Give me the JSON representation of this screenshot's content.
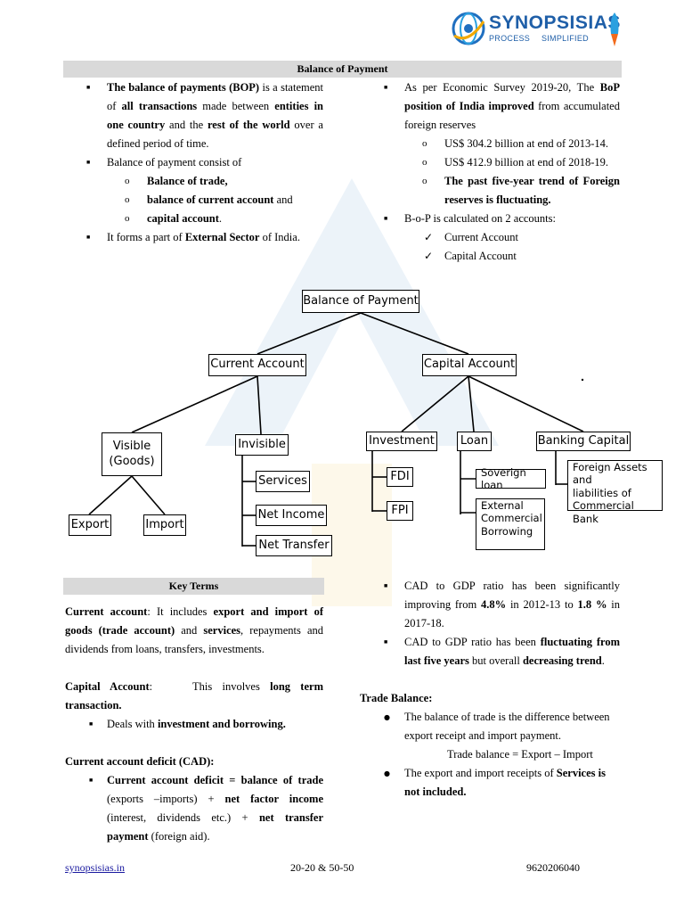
{
  "logo": {
    "title": "SYNOPSISIAS",
    "tagline_left": "PROCESS",
    "tagline_right": "SIMPLIFIED"
  },
  "section_bop": {
    "banner": "Balance of Payment",
    "left": {
      "bullet1_a": "The balance of payments (BOP)",
      "bullet1_b": " is a statement of ",
      "bullet1_c": "all transactions",
      "bullet1_d": " made between ",
      "bullet1_e": "entities in one country",
      "bullet1_f": " and the ",
      "bullet1_g": "rest of the world",
      "bullet1_h": " over a defined period of time.",
      "bullet2": "Balance of payment consist of",
      "sub1": "Balance of trade,",
      "sub2_a": "balance of current account",
      "sub2_b": " and",
      "sub3_a": "capital account",
      "sub3_b": ".",
      "bullet3_a": "It forms a part of ",
      "bullet3_b": "External Sector",
      "bullet3_c": " of India."
    },
    "right": {
      "bullet1_a": "As per Economic Survey 2019-20, The ",
      "bullet1_b": "BoP position of India improved",
      "bullet1_c": " from accumulated foreign reserves",
      "sub1": "US$ 304.2 billion at end of 2013-14.",
      "sub2": "US$ 412.9 billion at end of 2018-19.",
      "sub3": "The past five-year trend of Foreign reserves is fluctuating.",
      "bullet2": "B-o-P is calculated on 2 accounts:",
      "check1": "Current Account",
      "check2": "Capital Account"
    }
  },
  "diagram": {
    "root": "Balance of Payment",
    "current": "Current Account",
    "capital": "Capital Account",
    "visible_line1": "Visible",
    "visible_line2": "(Goods)",
    "invisible": "Invisible",
    "export": "Export",
    "import": "Import",
    "services": "Services",
    "net_income": "Net Income",
    "net_transfer": "Net Transfer",
    "investment": "Investment",
    "loan": "Loan",
    "banking": "Banking Capital",
    "fdi": "FDI",
    "fpi": "FPI",
    "soverign": "Soverign loan",
    "ecb_1": "External",
    "ecb_2": "Commercial",
    "ecb_3": "Borrowing",
    "fa_1": "Foreign Assets and",
    "fa_2": "liabilities of",
    "fa_3": "Commercial Bank"
  },
  "key_terms": {
    "banner": "Key Terms",
    "ca_title": "Current account",
    "ca_a": ": It includes ",
    "ca_b": "export and import of goods (trade account)",
    "ca_c": " and ",
    "ca_d": "services",
    "ca_e": ", repayments and dividends from loans, transfers, investments.",
    "cap_title": "Capital Account",
    "cap_a": ":    This involves ",
    "cap_b": "long term transaction.",
    "cap_bullet_a": "Deals with ",
    "cap_bullet_b": "investment and borrowing.",
    "cad_title": "Current account deficit (CAD):",
    "cad_a": "Current account deficit = balance of trade",
    "cad_b": " (exports –imports) + ",
    "cad_c": "net factor income",
    "cad_d": " (interest, dividends etc.) + ",
    "cad_e": "net transfer payment",
    "cad_f": " (foreign aid)."
  },
  "right_bottom": {
    "b1_a": "CAD to GDP ratio has been significantly improving from ",
    "b1_b": "4.8%",
    "b1_c": " in 2012-13 to ",
    "b1_d": "1.8 %",
    "b1_e": " in 2017-18.",
    "b2_a": "CAD to GDP ratio has been ",
    "b2_b": "fluctuating from last five years",
    "b2_c": " but overall ",
    "b2_d": "decreasing trend",
    "b2_e": ".",
    "tb_title": "Trade Balance:",
    "tb1": "The balance of trade is the difference between export receipt and import payment.",
    "tb_formula": "Trade balance = Export – Import",
    "tb2_a": "The export and import receipts of ",
    "tb2_b": "Services is not included."
  },
  "footer": {
    "link": "synopsisias.in",
    "center": "20-20 & 50-50",
    "phone": "9620206040"
  }
}
